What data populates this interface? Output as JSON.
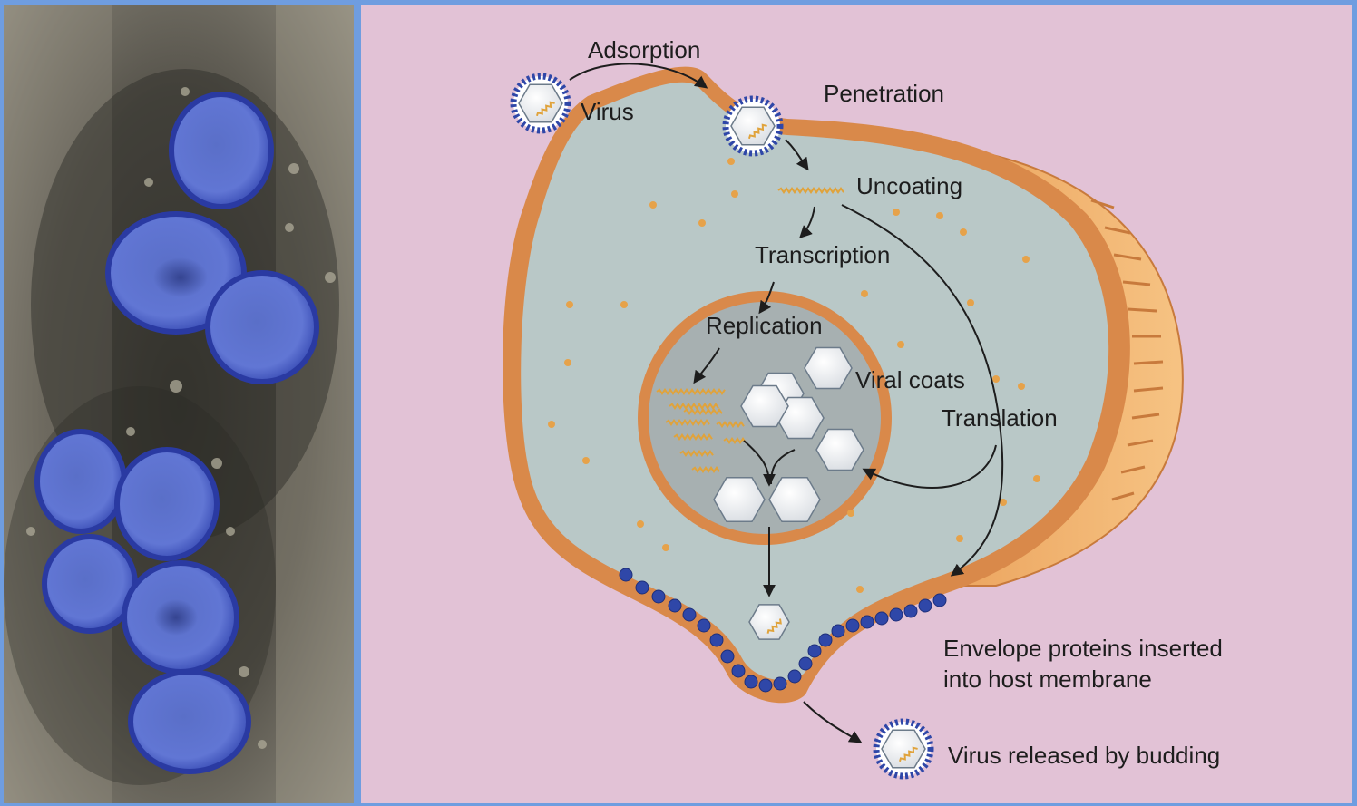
{
  "diagram": {
    "labels": {
      "adsorption": "Adsorption",
      "virus": "Virus",
      "penetration": "Penetration",
      "uncoating": "Uncoating",
      "transcription": "Transcription",
      "replication": "Replication",
      "viral_coats": "Viral coats",
      "translation": "Translation",
      "envelope_line1": "Envelope proteins inserted",
      "envelope_line2": "into host membrane",
      "release": "Virus released by budding"
    }
  },
  "colors": {
    "frame": "#6f9de0",
    "background": "#e2c2d6",
    "cell_membrane": "#d9894a",
    "cytoplasm": "#b9c8c7",
    "nucleus": "#a7b0b1",
    "virus_envelope": "#2f47a8",
    "rna": "#e0a33c"
  }
}
